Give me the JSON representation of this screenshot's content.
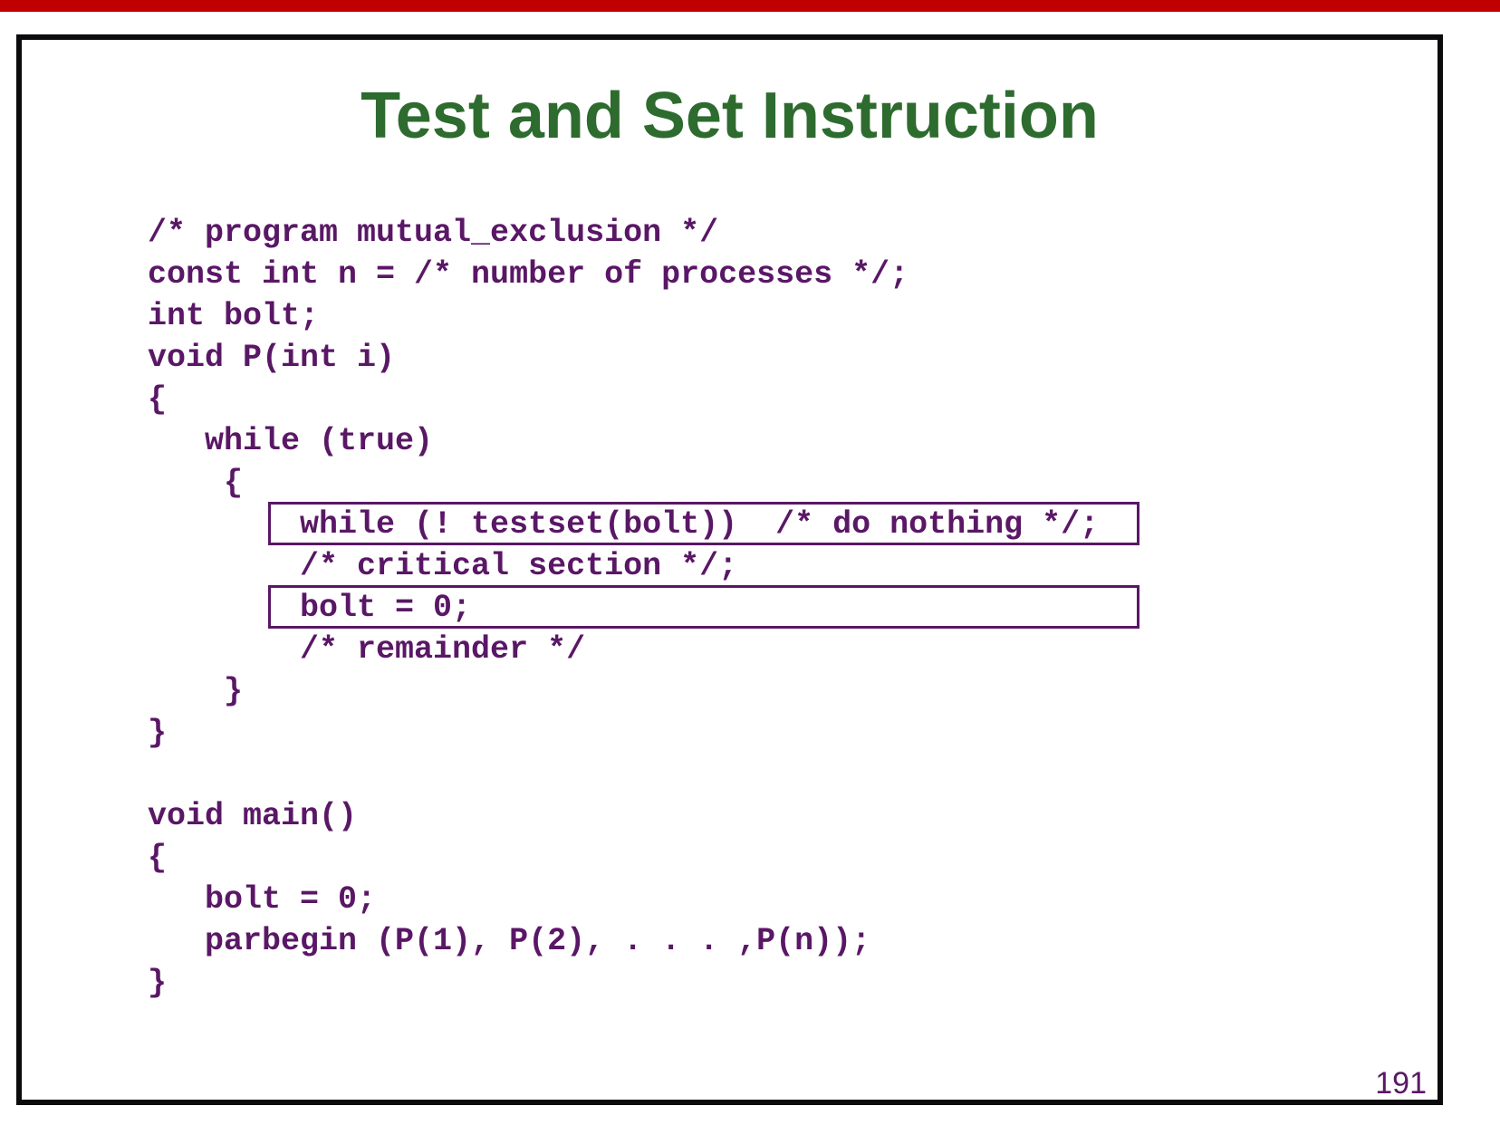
{
  "slide": {
    "title": "Test and Set Instruction",
    "page_number": "191"
  },
  "colors": {
    "top_bar_red": "#c00000",
    "title_green": "#2d6b2e",
    "code_purple": "#5a1766",
    "border_black": "#0b0b0d",
    "background": "#ffffff"
  },
  "code": {
    "lines": [
      {
        "text": "/* program mutual_exclusion */",
        "boxed": false
      },
      {
        "text": "const int n = /* number of processes */;",
        "boxed": false
      },
      {
        "text": "int bolt;",
        "boxed": false
      },
      {
        "text": "void P(int i)",
        "boxed": false
      },
      {
        "text": "{",
        "boxed": false
      },
      {
        "text": "   while (true)",
        "boxed": false
      },
      {
        "text": "    {",
        "boxed": false
      },
      {
        "text": "        while (! testset(bolt))  /* do nothing */;",
        "boxed": true
      },
      {
        "text": "        /* critical section */;",
        "boxed": false
      },
      {
        "text": "        bolt = 0;",
        "boxed": true
      },
      {
        "text": "        /* remainder */",
        "boxed": false
      },
      {
        "text": "    }",
        "boxed": false
      },
      {
        "text": "}",
        "boxed": false
      },
      {
        "text": "",
        "boxed": false
      },
      {
        "text": "void main()",
        "boxed": false
      },
      {
        "text": "{",
        "boxed": false
      },
      {
        "text": "   bolt = 0;",
        "boxed": false
      },
      {
        "text": "   parbegin (P(1), P(2), . . . ,P(n));",
        "boxed": false
      },
      {
        "text": "}",
        "boxed": false
      }
    ]
  }
}
